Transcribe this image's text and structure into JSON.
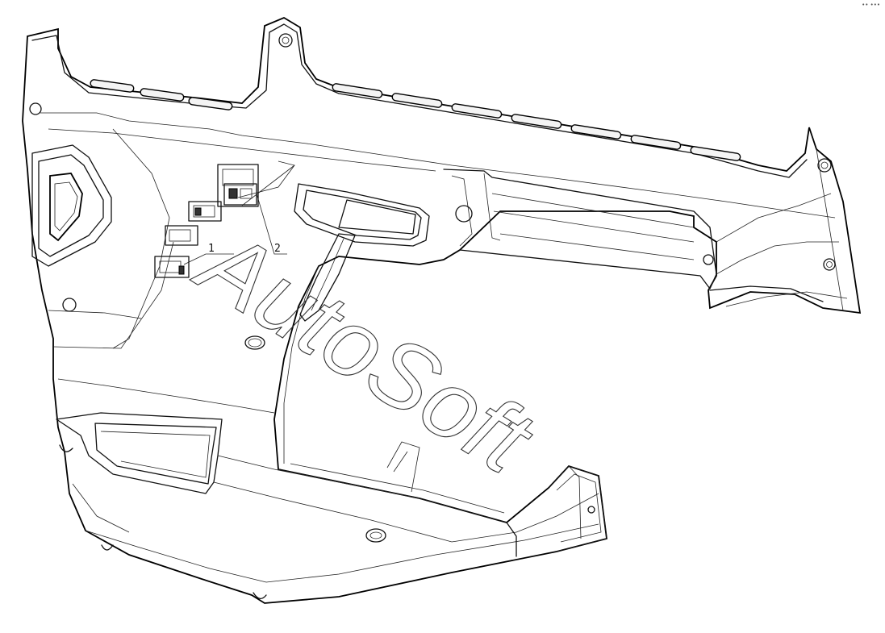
{
  "callouts": [
    {
      "id": "1",
      "text": "1"
    },
    {
      "id": "2",
      "text": "2"
    }
  ],
  "watermark": {
    "text": "AutoSoft"
  },
  "corner_mark": "•• •••"
}
